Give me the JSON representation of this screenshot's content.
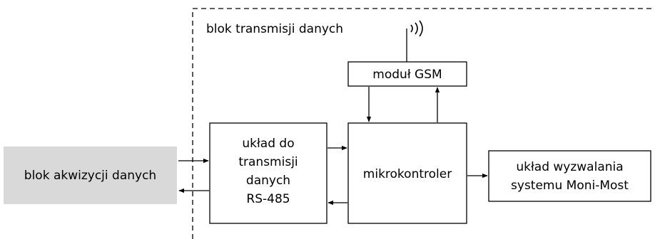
{
  "group": {
    "label": "blok transmisji danych"
  },
  "blocks": {
    "acquisition": {
      "lines": [
        "blok akwizycji danych"
      ],
      "fill": "#d9d9d9"
    },
    "rs485": {
      "lines": [
        "układ do",
        "transmisji",
        "danych",
        "RS-485"
      ]
    },
    "mcu": {
      "lines": [
        "mikrokontroler"
      ]
    },
    "gsm": {
      "lines": [
        "moduł GSM"
      ]
    },
    "trigger": {
      "lines": [
        "układ wyzwalania",
        "systemu Moni-Most"
      ]
    }
  },
  "icons": {
    "antenna": "antenna-signal-icon"
  },
  "colors": {
    "line": "#000000",
    "acquisition_fill": "#d9d9d9"
  }
}
